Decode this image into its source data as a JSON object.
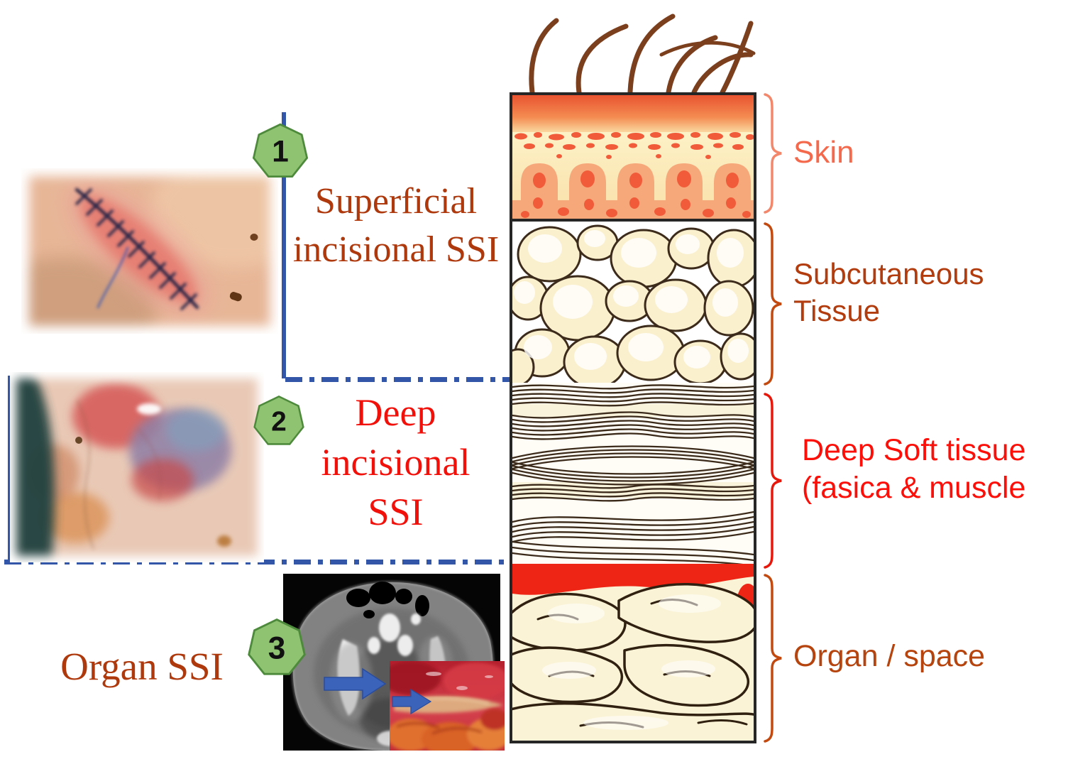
{
  "ssi_types": [
    {
      "number": "1",
      "label": "Superficial incisional SSI",
      "text_color": "#AE390D"
    },
    {
      "number": "2",
      "label": "Deep incisional SSI",
      "text_color": "#F2100A"
    },
    {
      "number": "3",
      "label": "Organ SSI",
      "text_color": "#AE390D"
    }
  ],
  "tissue_layers": [
    {
      "label": "Skin",
      "text_color": "#F4694C",
      "brace_color": "#F2876B"
    },
    {
      "label": "Subcutaneous Tissue",
      "text_color": "#B23C0E",
      "brace_color": "#C2490F"
    },
    {
      "label": "Deep Soft tissue (fasica & muscle",
      "text_color": "#FB0F08",
      "brace_color": "#E8170B"
    },
    {
      "label": "Organ / space",
      "text_color": "#B5440E",
      "brace_color": "#C2490F"
    }
  ],
  "colors": {
    "badge_fill": "#8FC371",
    "badge_border": "#4E8A3C",
    "connector_blue": "#3456A8",
    "column_border": "#262626",
    "red_band": "#EE2414",
    "fat_fill": "#FAF0CE",
    "outline_brown": "#3C2B1B"
  }
}
